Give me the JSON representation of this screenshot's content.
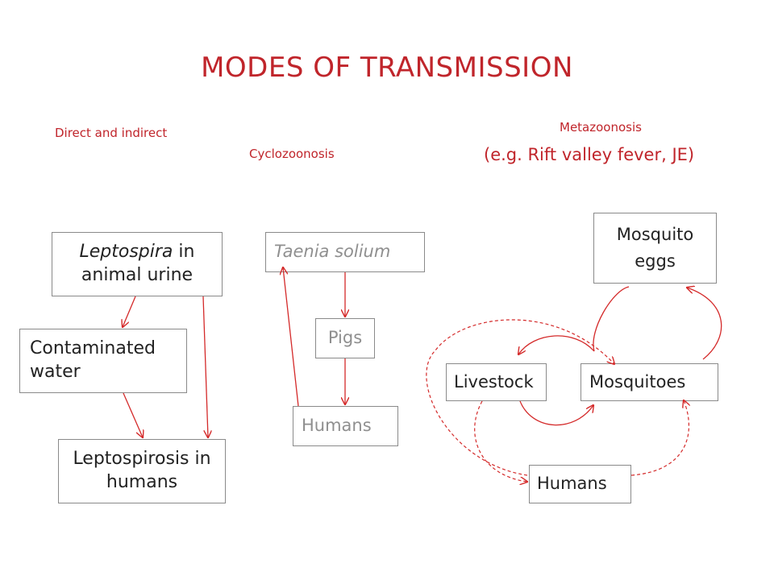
{
  "title": "MODES OF TRANSMISSION",
  "sections": {
    "direct": "Direct and indirect",
    "cyclo": "Cyclozoonosis",
    "meta": "Metazoonosis",
    "meta_example": "(e.g. Rift valley fever, JE)"
  },
  "direct_flow": {
    "source_italic": "Leptospira",
    "source_rest": " in animal urine",
    "middle": "Contaminated water",
    "outcome": "Leptospirosis in humans"
  },
  "cyclo_flow": {
    "parasite": "Taenia solium",
    "host1": "Pigs",
    "host2": "Humans"
  },
  "meta_flow": {
    "eggs": "Mosquito eggs",
    "livestock": "Livestock",
    "mosquitoes": "Mosquitoes",
    "humans": "Humans"
  },
  "colors": {
    "accent": "#c0252b",
    "arrow": "#d42a2a",
    "grey_text": "#8f8f8f",
    "border": "#8a8a8a"
  }
}
